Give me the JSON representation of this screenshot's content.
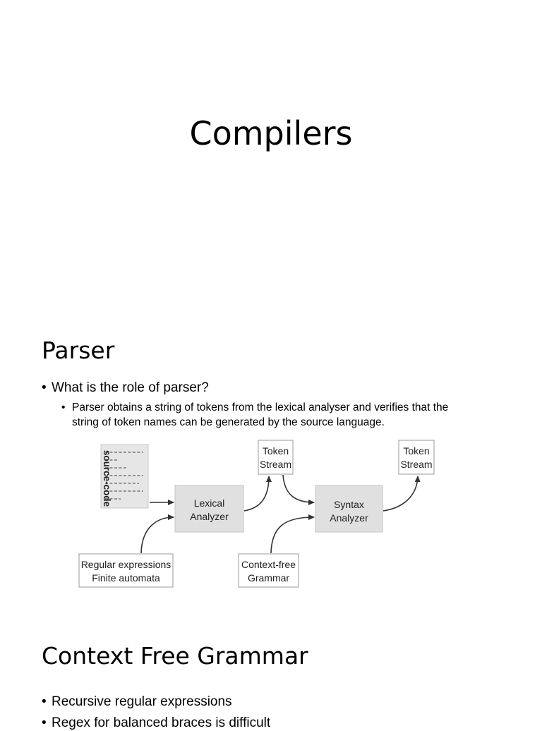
{
  "document": {
    "title": "Compilers"
  },
  "parser_slide": {
    "heading": "Parser",
    "bullets": [
      {
        "text": "What is the role of parser?",
        "sub": [
          {
            "line1": "Parser obtains a string of tokens from the lexical analyser and verifies that the",
            "line2": "string of token names can be generated by the source language."
          }
        ]
      }
    ],
    "diagram": {
      "source_code_label": "source-code",
      "lexical_analyzer": [
        "Lexical",
        "Analyzer"
      ],
      "syntax_analyzer": [
        "Syntax",
        "Analyzer"
      ],
      "token_stream_1": [
        "Token",
        "Stream"
      ],
      "token_stream_2": [
        "Token",
        "Stream"
      ],
      "regex_box": [
        "Regular expressions",
        "Finite automata"
      ],
      "cfg_box": [
        "Context-free",
        "Grammar"
      ]
    }
  },
  "cfg_slide": {
    "heading": "Context Free Grammar",
    "bullets": [
      "Recursive regular expressions",
      "Regex for balanced braces is difficult"
    ]
  }
}
